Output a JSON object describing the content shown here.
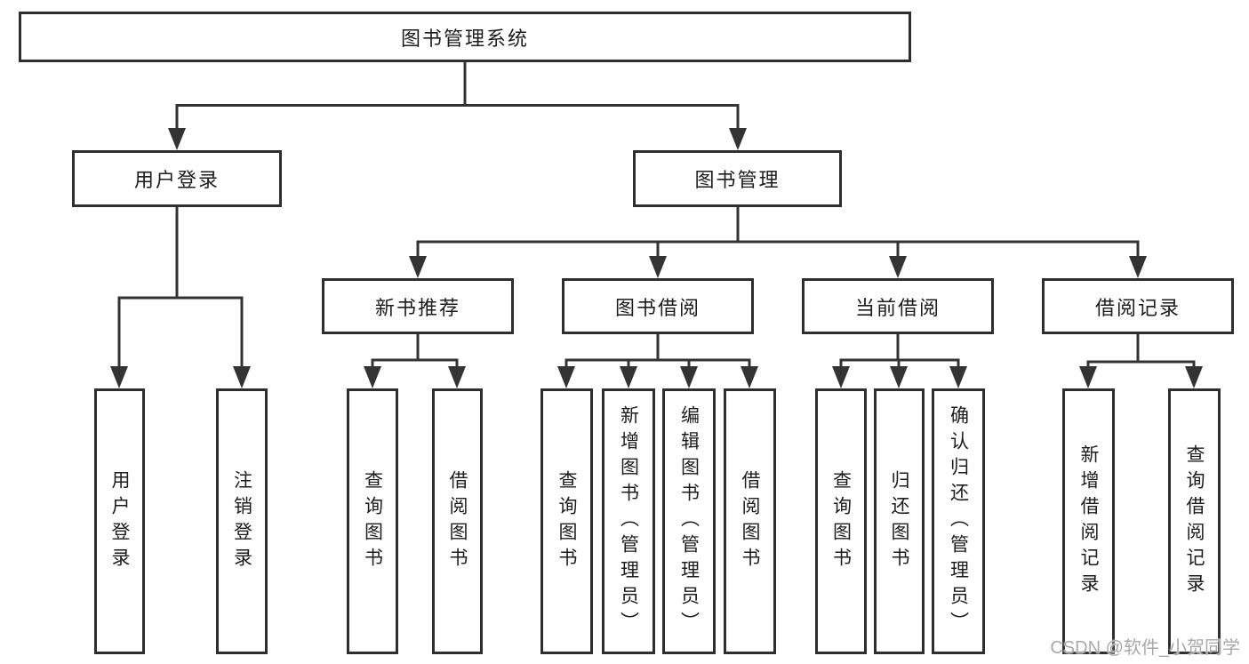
{
  "tree": {
    "root": {
      "label": "图书管理系统",
      "children": [
        {
          "label": "用户登录",
          "children": [
            {
              "label": "用户登录"
            },
            {
              "label": "注销登录"
            }
          ]
        },
        {
          "label": "图书管理",
          "children": [
            {
              "label": "新书推荐",
              "children": [
                {
                  "label": "查询图书"
                },
                {
                  "label": "借阅图书"
                }
              ]
            },
            {
              "label": "图书借阅",
              "children": [
                {
                  "label": "查询图书"
                },
                {
                  "label": "新增图书（管理员）"
                },
                {
                  "label": "编辑图书（管理员）"
                },
                {
                  "label": "借阅图书"
                }
              ]
            },
            {
              "label": "当前借阅",
              "children": [
                {
                  "label": "查询图书"
                },
                {
                  "label": "归还图书"
                },
                {
                  "label": "确认归还（管理员）"
                }
              ]
            },
            {
              "label": "借阅记录",
              "children": [
                {
                  "label": "新增借阅记录"
                },
                {
                  "label": "查询借阅记录"
                }
              ]
            }
          ]
        }
      ]
    }
  },
  "watermark": {
    "text": "CSDN @软件_小贺同学"
  },
  "colors": {
    "line": "#333333",
    "box_border": "#2e2e2e",
    "text": "#1c1c1c",
    "background": "#ffffff",
    "watermark": "#a8a8a8"
  }
}
